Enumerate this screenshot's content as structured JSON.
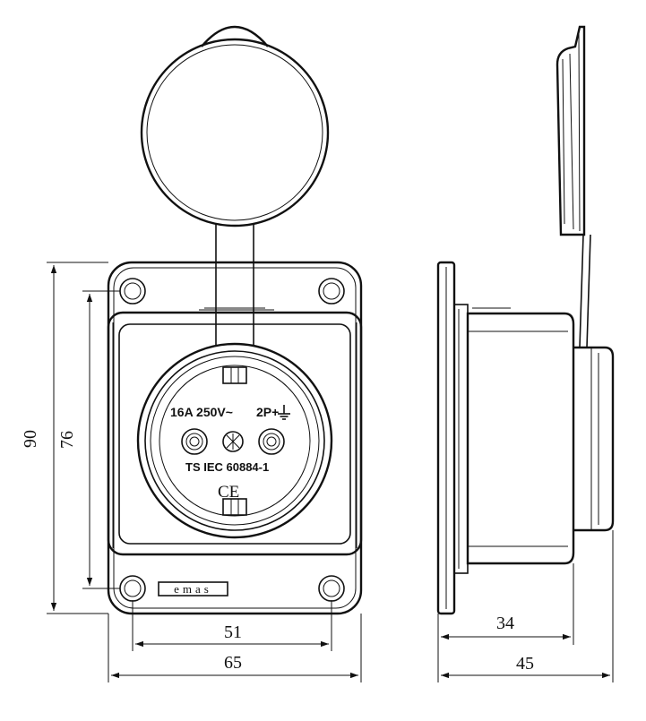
{
  "dimensions": {
    "front_height_outer": "90",
    "front_height_holes": "76",
    "front_width_holes": "51",
    "front_width_outer": "65",
    "side_depth_body": "34",
    "side_depth_total": "45"
  },
  "socket_face": {
    "rating": "16A 250V~",
    "poles": "2P+",
    "standard": "TS IEC 60884-1",
    "ce_mark": "CE",
    "brand": "emas"
  },
  "icons": [
    "earth-ground-icon",
    "ce-mark-icon",
    "emas-logo"
  ]
}
